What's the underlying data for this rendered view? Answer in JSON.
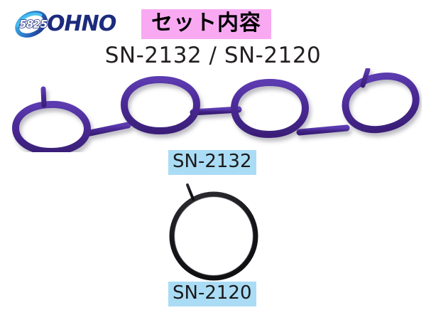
{
  "brand": {
    "name": "OHNO",
    "code": "5825",
    "logo_icon": "ohno-swoosh-logo",
    "colors": {
      "navy": "#1d2b7d",
      "cyan": "#29a8df",
      "blue": "#2a4aa8"
    }
  },
  "header": {
    "title": "セット内容",
    "highlight_color": "#f9a9f2"
  },
  "subtitle": {
    "text": "SN-2132 / SN-2120"
  },
  "products": [
    {
      "id": "sn-2132",
      "caption": "SN-2132",
      "caption_highlight": "#abdcf5",
      "image_name": "intake-manifold-gasket",
      "color": "#4b2a96",
      "shape": "four-port-manifold-gasket"
    },
    {
      "id": "sn-2120",
      "caption": "SN-2120",
      "caption_highlight": "#abdcf5",
      "image_name": "throttle-body-o-ring-gasket",
      "color": "#1c1c1c",
      "shape": "round-o-ring"
    }
  ]
}
